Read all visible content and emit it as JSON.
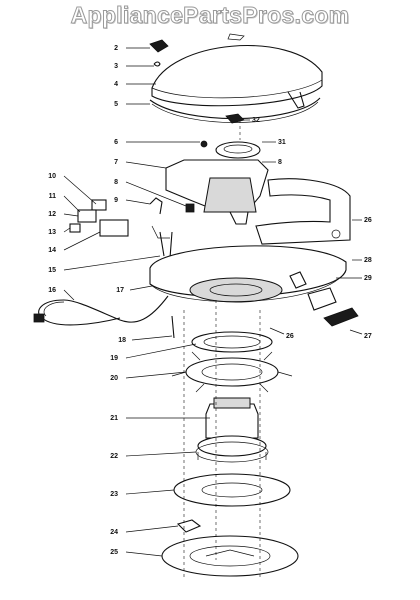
{
  "watermark": "AppliancePartsPros.com",
  "callouts": [
    "2",
    "3",
    "4",
    "5",
    "32",
    "6",
    "31",
    "7",
    "8",
    "8",
    "9",
    "10",
    "11",
    "12",
    "13",
    "14",
    "15",
    "16",
    "17",
    "18",
    "19",
    "20",
    "21",
    "22",
    "23",
    "24",
    "25",
    "26",
    "28",
    "29",
    "27",
    "26"
  ]
}
